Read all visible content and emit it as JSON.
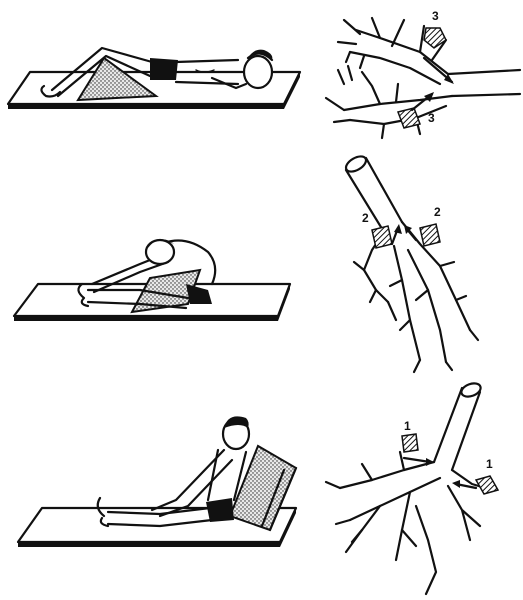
{
  "panels": [
    {
      "posture": "lying-supine-knees-raised-on-wedge",
      "labels": [
        "3",
        "3"
      ]
    },
    {
      "posture": "sitting-bent-forward-over-wedge",
      "labels": [
        "2",
        "2"
      ]
    },
    {
      "posture": "sitting-reclined-against-wedge",
      "labels": [
        "1",
        "1"
      ]
    }
  ],
  "colors": {
    "ink": "#111111",
    "background": "#ffffff"
  }
}
